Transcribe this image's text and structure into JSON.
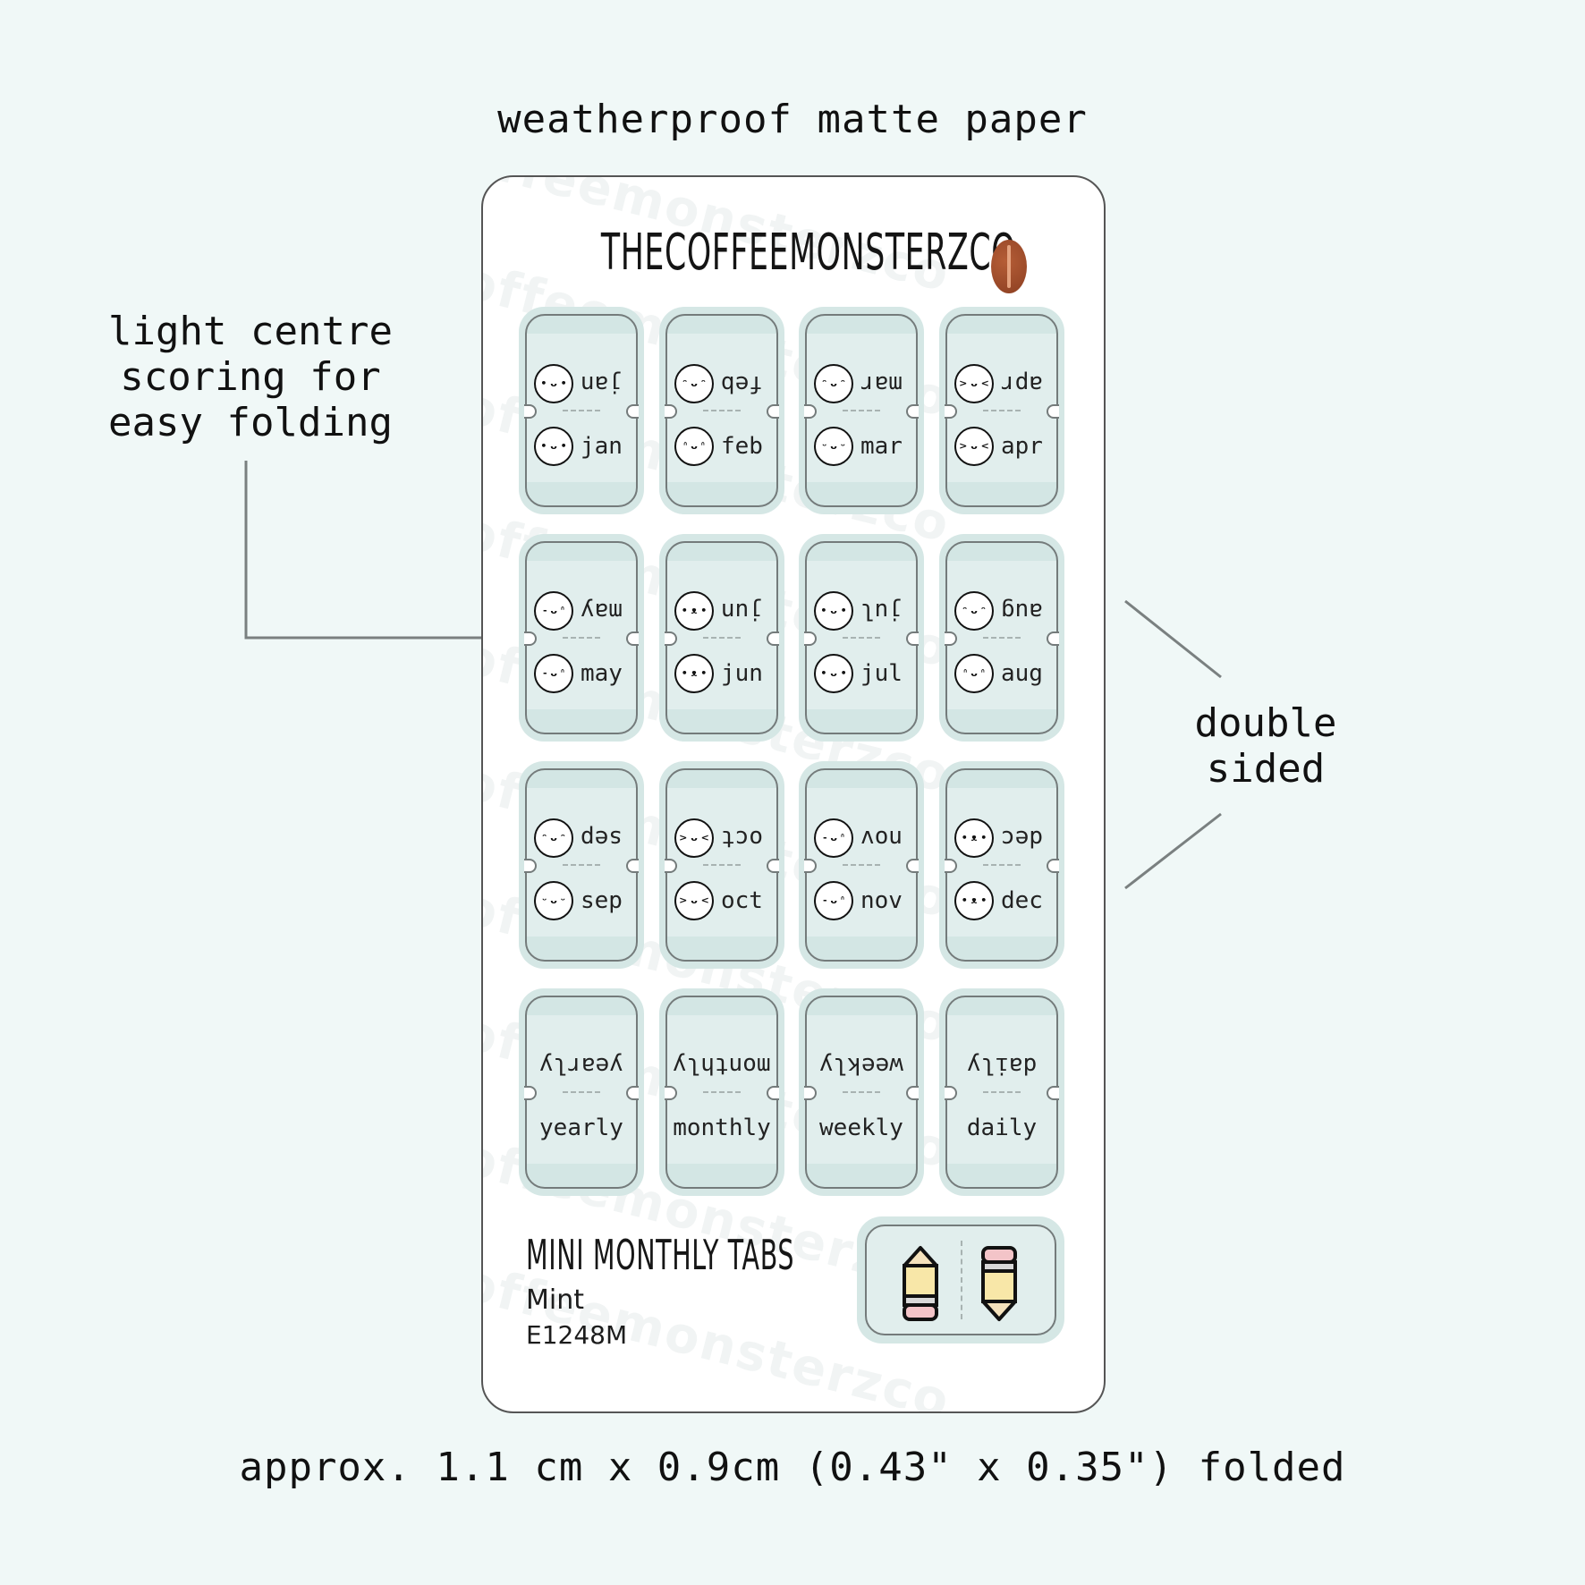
{
  "annotations": {
    "top": "weatherproof matte paper",
    "left": "light centre\nscoring for\neasy folding",
    "right": "double\nsided",
    "bottom": "approx. 1.1 cm x 0.9cm (0.43\" x 0.35\") folded"
  },
  "sheet": {
    "brand": "THECOFFEEMONSTERZCO",
    "watermark": "thecoffeemonsterzco",
    "product_title": "MINI MONTHLY TABS",
    "color_name": "Mint",
    "product_code": "E1248M",
    "tab_colors": {
      "fill": "#d5e7e5",
      "outline": "#747b7b"
    },
    "bean_color": "#9e4c2a",
    "month_tabs": [
      {
        "label": "jan",
        "face_top": "• ᴗ •",
        "face_bottom": "• ᴗ •"
      },
      {
        "label": "feb",
        "face_top": "ᵔ ᴗ ᵔ",
        "face_bottom": "ᐢ ᴗ ᐢ"
      },
      {
        "label": "mar",
        "face_top": "ᵔ ᴗ ᵔ",
        "face_bottom": "ᵕ ᴗ ᵕ"
      },
      {
        "label": "apr",
        "face_top": "> ᴗ <",
        "face_bottom": "> ᴗ <"
      },
      {
        "label": "may",
        "face_top": "- ᴗ ᐢ",
        "face_bottom": "- ᴗ ᐢ"
      },
      {
        "label": "jun",
        "face_top": "• ᴥ •",
        "face_bottom": "• ᴥ •"
      },
      {
        "label": "jul",
        "face_top": "• ᴗ •",
        "face_bottom": "• ᴗ •"
      },
      {
        "label": "aug",
        "face_top": "ᵔ ᴗ ᵔ",
        "face_bottom": "ᐢ ᴗ ᐢ"
      },
      {
        "label": "sep",
        "face_top": "ᵔ ᴗ ᵔ",
        "face_bottom": "ᵕ ᴗ ᵕ"
      },
      {
        "label": "oct",
        "face_top": "> ᴗ <",
        "face_bottom": "> ᴗ <"
      },
      {
        "label": "nov",
        "face_top": "- ᴗ ᐢ",
        "face_bottom": "- ᴗ ᐢ"
      },
      {
        "label": "dec",
        "face_top": "• ᴥ •",
        "face_bottom": "• ᴥ •"
      }
    ],
    "word_tabs": [
      "yearly",
      "monthly",
      "weekly",
      "daily"
    ],
    "pencil_icons": [
      "pencil-icon",
      "pencil-icon"
    ]
  }
}
